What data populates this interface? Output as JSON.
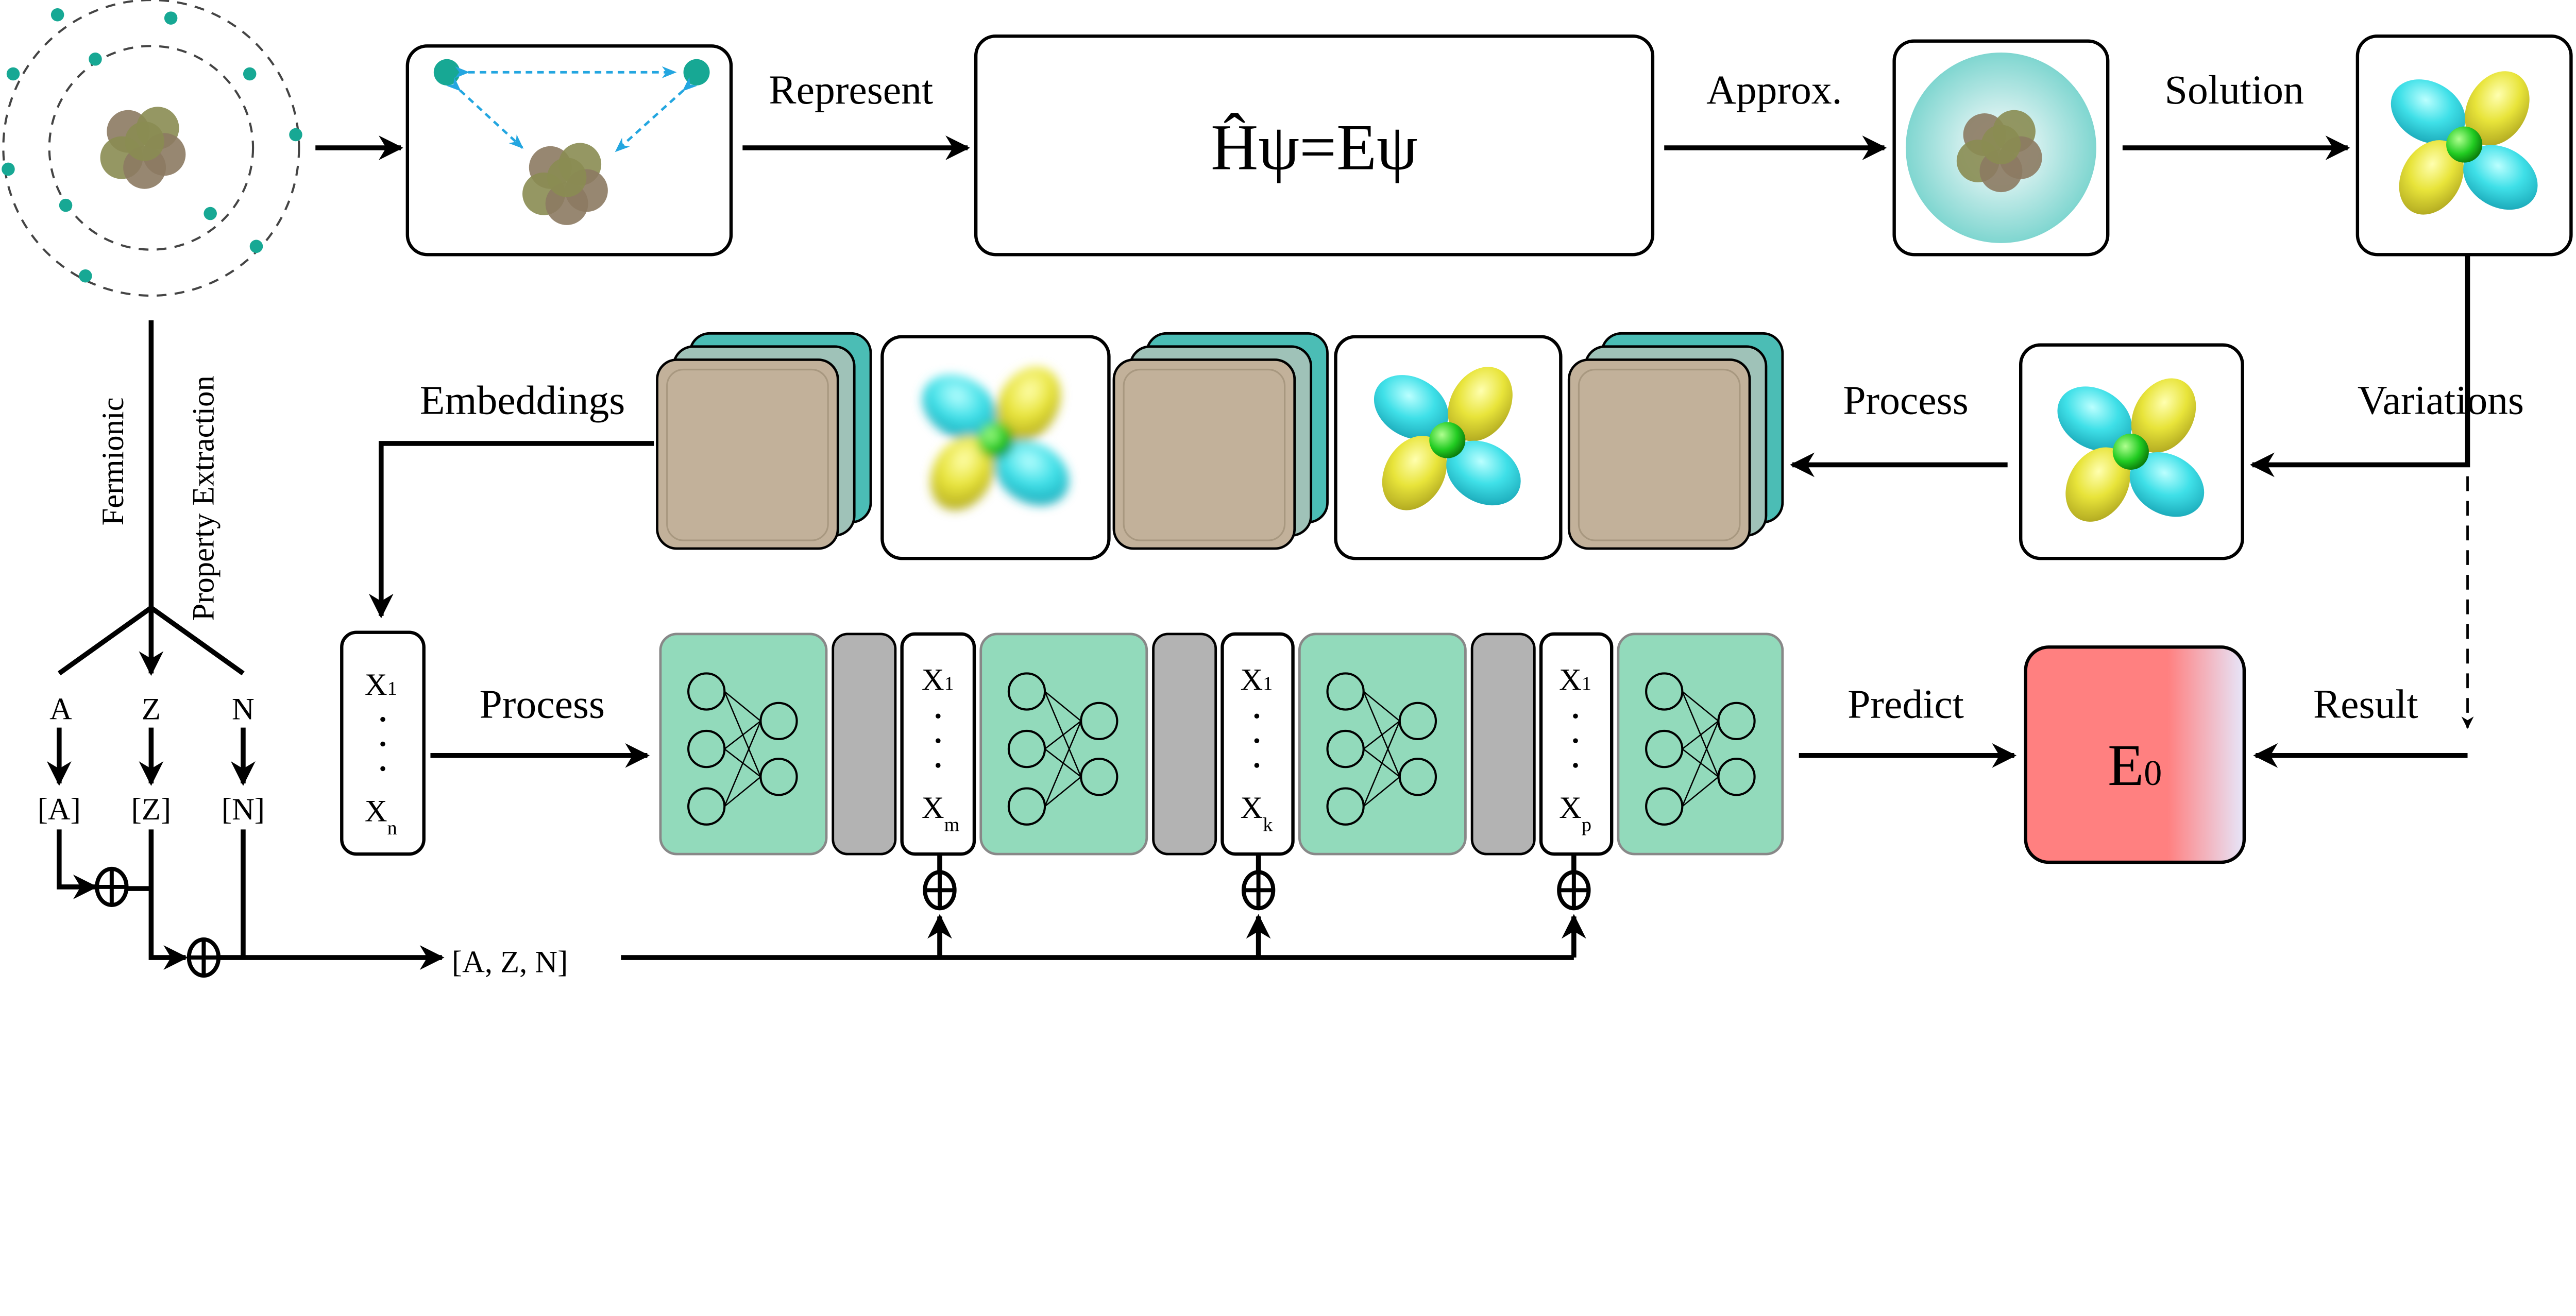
{
  "top_flow": {
    "represent": "Represent",
    "equation": "Ĥψ=Eψ",
    "approx": "Approx.",
    "solution": "Solution",
    "variations": "Variations",
    "process": "Process",
    "embeddings": "Embeddings"
  },
  "left_branch": {
    "fermionic": "Fermionic",
    "property_extraction": "Property Extraction",
    "inputs": [
      "A",
      "Z",
      "N"
    ],
    "encoded": [
      "[A]",
      "[Z]",
      "[N]"
    ],
    "combined": "[A, Z, N]"
  },
  "bottom_flow": {
    "process": "Process",
    "predict": "Predict",
    "result": "Result",
    "output": {
      "main": "E",
      "sub": "0"
    },
    "vectors": [
      {
        "first": "X",
        "first_sub": "1",
        "last": "X",
        "last_sub": "n"
      },
      {
        "first": "X",
        "first_sub": "1",
        "last": "X",
        "last_sub": "m"
      },
      {
        "first": "X",
        "first_sub": "1",
        "last": "X",
        "last_sub": "k"
      },
      {
        "first": "X",
        "first_sub": "1",
        "last": "X",
        "last_sub": "p"
      }
    ],
    "dots": "·"
  },
  "colors": {
    "electron": "#17a894",
    "nn_block": "#92dabb",
    "gray_block": "#b3b3b3",
    "output_red": "#ff8080",
    "output_lavender": "#e6e6fa",
    "cyan_lobe": "#3fe0e8",
    "yellow_lobe": "#e8e43a",
    "stack_teal": "#4bbdb5",
    "stack_tan": "#c2b19a"
  }
}
